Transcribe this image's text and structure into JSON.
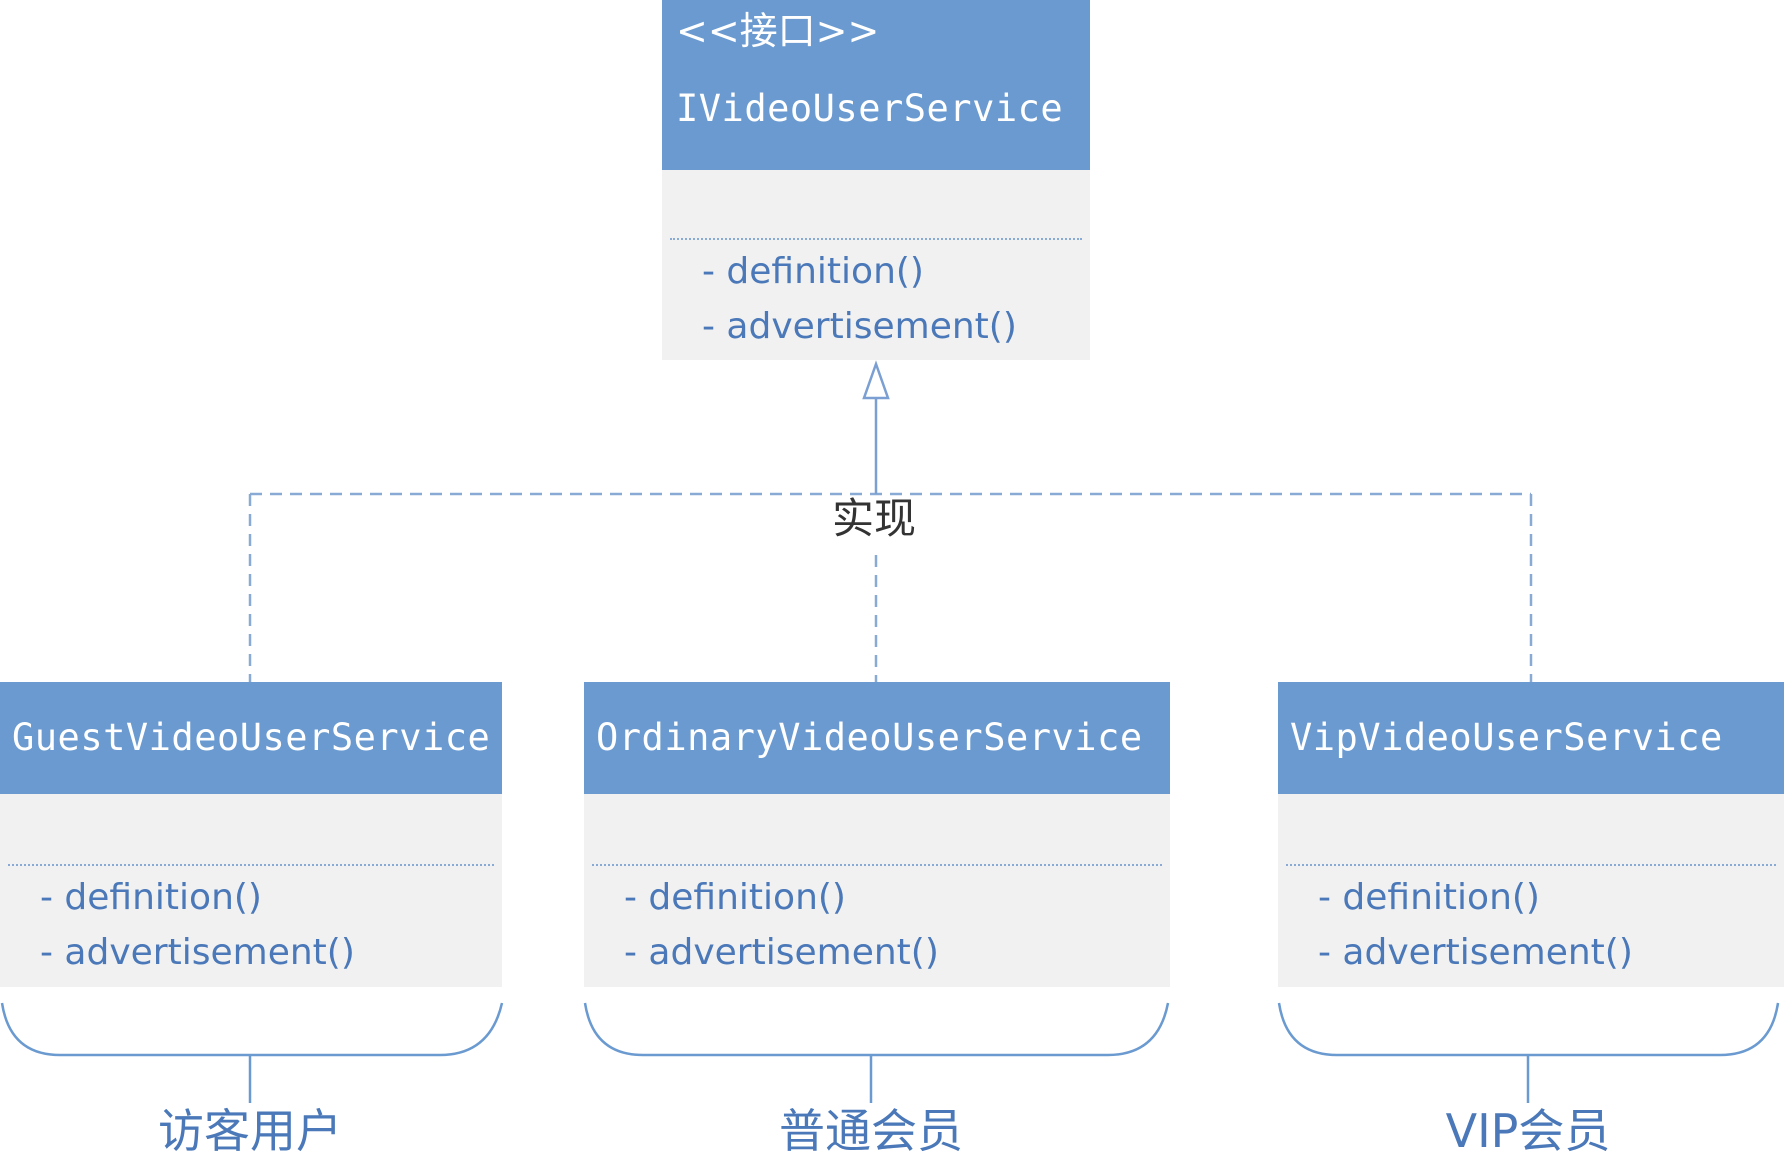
{
  "interface": {
    "stereotype": "<<接口>>",
    "name": "IVideoUserService",
    "methods": [
      "- definition()",
      "- advertisement()"
    ]
  },
  "relation_label": "实现",
  "classes": [
    {
      "name": "GuestVideoUserService",
      "methods": [
        "- definition()",
        "- advertisement()"
      ],
      "group_label": "访客用户"
    },
    {
      "name": "OrdinaryVideoUserService",
      "methods": [
        "- definition()",
        "- advertisement()"
      ],
      "group_label": "普通会员"
    },
    {
      "name": "VipVideoUserService",
      "methods": [
        "- definition()",
        "- advertisement()"
      ],
      "group_label": "VIP会员"
    }
  ],
  "colors": {
    "header": "#6a9ad0",
    "body": "#f1f1f1",
    "text_accent": "#4a78b8",
    "connector": "#6a9ad0"
  }
}
